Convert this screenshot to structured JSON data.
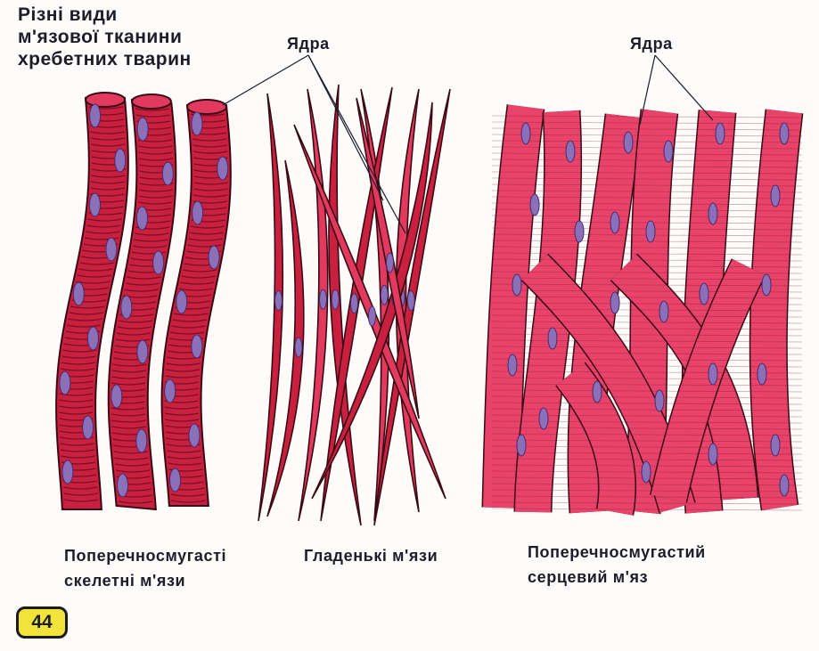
{
  "title": {
    "line1": "Різні види",
    "line2": "м'язової тканини",
    "line3": "хребетних тварин"
  },
  "labels": {
    "nuclei_left": "Ядра",
    "nuclei_right": "Ядра"
  },
  "captions": {
    "skeletal_line1": "Поперечносмугасті",
    "skeletal_line2": "скелетні м'язи",
    "smooth": "Гладенькі м'язи",
    "cardiac_line1": "Поперечносмугастий",
    "cardiac_line2": "серцевий м'яз"
  },
  "page_number": "44",
  "colors": {
    "fiber_dark": "#c8203e",
    "fiber_light": "#e23a5e",
    "cardiac_fill": "#e8436a",
    "striation": "#7a0f25",
    "outline": "#3a0a14",
    "nucleus": "#8a70b8",
    "badge": "#f1e33a"
  }
}
